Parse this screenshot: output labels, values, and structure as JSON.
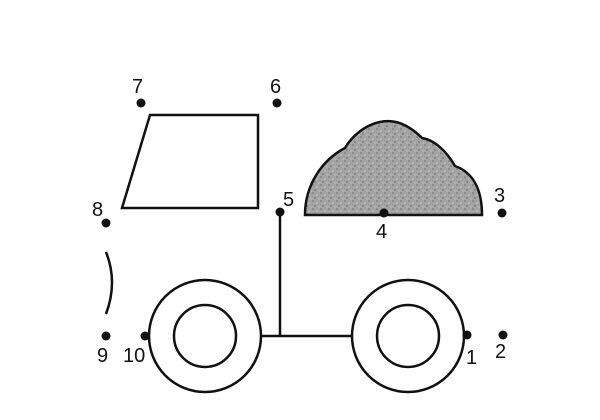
{
  "colors": {
    "background": "#ffffff",
    "ink": "#111111",
    "load_fill": "#9e9e9e"
  },
  "dots": [
    {
      "label": "1"
    },
    {
      "label": "2"
    },
    {
      "label": "3"
    },
    {
      "label": "4"
    },
    {
      "label": "5"
    },
    {
      "label": "6"
    },
    {
      "label": "7"
    },
    {
      "label": "8"
    },
    {
      "label": "9"
    },
    {
      "label": "10"
    }
  ]
}
